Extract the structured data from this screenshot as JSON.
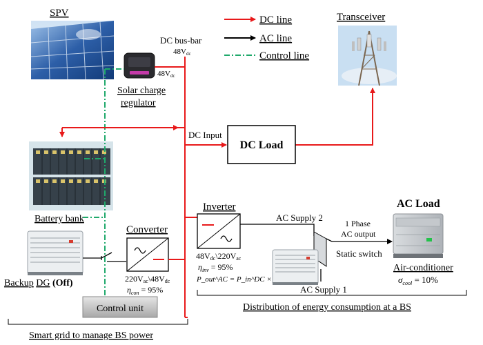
{
  "legend": {
    "dc_line": "DC line",
    "ac_line": "AC line",
    "control_line": "Control line"
  },
  "labels": {
    "spv": "SPV",
    "transceiver": "Transceiver",
    "dc_busbar": "DC bus-bar",
    "dc_busbar_voltage_value": "48V",
    "dc_busbar_voltage_sub": "dc",
    "regulator_voltage_value": "48V",
    "regulator_voltage_sub": "dc",
    "solar_charge_regulator_line1": "Solar charge",
    "solar_charge_regulator_line2": "regulator",
    "dc_input": "DC Input",
    "dc_load": "DC Load",
    "battery_bank": "Battery bank",
    "converter": "Converter",
    "converter_rating": "220V",
    "converter_rating_sub1": "ac",
    "converter_rating_mid": "\\48V",
    "converter_rating_sub2": "dc",
    "converter_eff_symbol": "η",
    "converter_eff_sub": "con",
    "converter_eff_value": " = 95%",
    "inverter": "Inverter",
    "inverter_rating": "48V",
    "inverter_rating_sub1": "dc",
    "inverter_rating_mid": "\\220V",
    "inverter_rating_sub2": "ac",
    "inverter_eff_symbol": "η",
    "inverter_eff_sub": "inv",
    "inverter_eff_value": " = 95%",
    "inverter_power_formula": "P_out^AC = P_in^DC × η_inv",
    "backup": "Backup",
    "dg": "DG",
    "dg_state": "(Off)",
    "control_unit": "Control unit",
    "ac_supply_2": "AC Supply 2",
    "ac_supply_1": "AC Supply 1",
    "one_phase_line1": "1 Phase",
    "one_phase_line2": "AC output",
    "static_switch": "Static switch",
    "ac_load": "AC Load",
    "air_conditioner": "Air-conditioner",
    "cool_symbol": "σ",
    "cool_sub": "cool",
    "cool_value": " = 10%",
    "distribution_caption": "Distribution of energy consumption at a BS",
    "smart_grid_caption": "Smart grid to manage BS power"
  },
  "colors": {
    "dc_line": "#e8191a",
    "ac_line": "#000000",
    "control_line": "#1fa96b"
  },
  "icons": {
    "solar_panel": "solar-panel-icon",
    "tower": "cell-tower-icon",
    "regulator": "charge-regulator-icon",
    "battery": "battery-bank-icon",
    "generator": "diesel-generator-icon",
    "air_conditioner": "air-conditioner-icon"
  }
}
